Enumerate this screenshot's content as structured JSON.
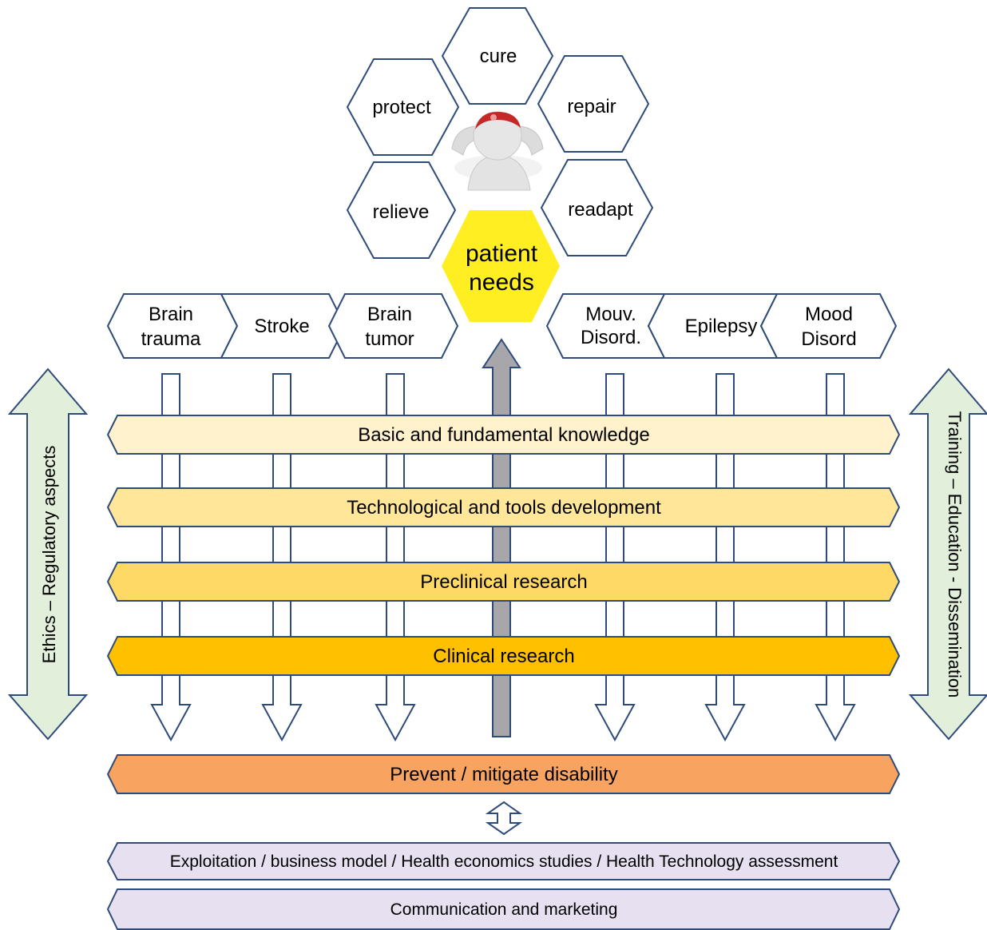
{
  "needs": {
    "cure": "cure",
    "protect": "protect",
    "repair": "repair",
    "relieve": "relieve",
    "readapt": "readapt",
    "patient_line1": "patient",
    "patient_line2": "needs"
  },
  "diseases": [
    {
      "line1": "Brain",
      "line2": "trauma"
    },
    {
      "line1": "Stroke",
      "line2": ""
    },
    {
      "line1": "Brain",
      "line2": "tumor"
    },
    {
      "line1": "Mouv.",
      "line2": "Disord."
    },
    {
      "line1": "Epilepsy",
      "line2": ""
    },
    {
      "line1": "Mood",
      "line2": "Disord"
    }
  ],
  "research_bands": [
    "Basic and fundamental knowledge",
    "Technological and tools development",
    "Preclinical research",
    "Clinical research"
  ],
  "outcome": "Prevent / mitigate disability",
  "bottom_bands": [
    "Exploitation / business model / Health economics studies / Health Technology assessment",
    "Communication and marketing"
  ],
  "side_left": "Ethics – Regulatory aspects",
  "side_right": "Training – Education - Dissemination",
  "colors": {
    "hex_stroke": "#2f4b7c",
    "patient_fill": "#ffee22",
    "band1": "#fff2cc",
    "band2": "#ffe699",
    "band3": "#ffd966",
    "band4": "#ffc000",
    "outcome": "#f8a460",
    "bottom": "#e6e0f0",
    "side_arrow": "#e2efda",
    "center_arrow": "#a6a6ab"
  }
}
